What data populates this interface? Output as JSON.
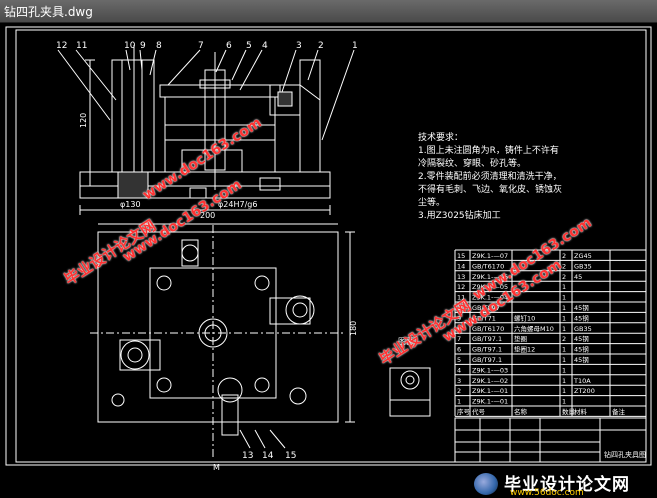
{
  "window": {
    "title": "钻四孔夹具.dwg"
  },
  "colors": {
    "background": "#000000",
    "lines": "#ffffff",
    "watermark": "#ff3333",
    "center": "#ff0000"
  },
  "callouts_top": [
    "12",
    "11",
    "10",
    "9",
    "8",
    "7",
    "6",
    "5",
    "4",
    "3",
    "2",
    "1"
  ],
  "callouts_bottom": [
    "13",
    "14",
    "15"
  ],
  "dims": {
    "d120": "120",
    "d200": "200",
    "d180": "180",
    "phi": "φ130",
    "fit": "φ24H7/g6",
    "m": "M"
  },
  "tech_notes": {
    "heading": "技术要求：",
    "lines": [
      "1.图上未注圆角为R，铸件上不许有",
      "冷隔裂纹、穿眼、砂孔等。",
      "2.零件装配前必须清理和清洗干净，",
      "不得有毛刺、飞边、氧化皮、锈蚀灰",
      "尘等。",
      "3.用Z3025钻床加工"
    ]
  },
  "watermarks": [
    "毕业设计论文网",
    "www.doc163.com"
  ],
  "bom_rows": [
    [
      "15",
      "Z9K.1-—07",
      "",
      "2",
      "ZG45"
    ],
    [
      "14",
      "GB/T6170",
      "",
      "2",
      "GB35"
    ],
    [
      "13",
      "Z9K.1-—06",
      "",
      "2",
      "45"
    ],
    [
      "12",
      "Z9K.1-—05",
      "",
      "1",
      ""
    ],
    [
      "11",
      "Z9K.1-—04",
      "",
      "1",
      ""
    ],
    [
      "10",
      "GB/T897",
      "",
      "1",
      "45钢"
    ],
    [
      "9",
      "GB/T71",
      "螺钉10",
      "1",
      "45钢"
    ],
    [
      "8",
      "GB/T6170",
      "六角螺母M10",
      "1",
      "GB35"
    ],
    [
      "7",
      "GB/T97.1",
      "垫圈",
      "2",
      "45钢"
    ],
    [
      "6",
      "GB/T97.1",
      "垫圈12",
      "1",
      "45钢"
    ],
    [
      "5",
      "GB/T97.1",
      "",
      "1",
      "45钢"
    ],
    [
      "4",
      "Z9K.1-—03",
      "",
      "1",
      ""
    ],
    [
      "3",
      "Z9K.1-—02",
      "",
      "1",
      "T10A"
    ],
    [
      "2",
      "Z9K.1-—01",
      "",
      "1",
      "ZT200"
    ],
    [
      "1",
      "Z9K.1-—01",
      "",
      "1",
      ""
    ]
  ],
  "bom_header": [
    "序号",
    "代号",
    "名称",
    "数量",
    "材料",
    "备注"
  ],
  "title_block": {
    "name": "钻四孔夹具图"
  },
  "section_label": "图面",
  "footer": {
    "name": "毕业设计论文网",
    "url": "www.56doc.com"
  }
}
